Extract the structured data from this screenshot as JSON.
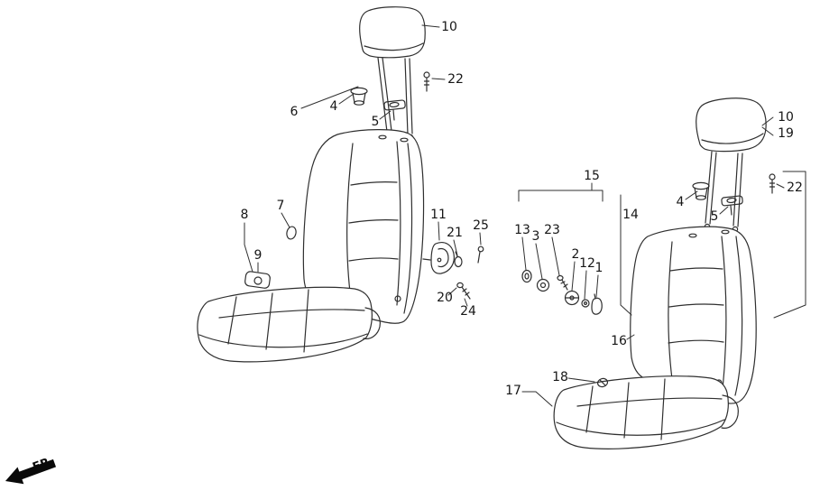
{
  "figure": {
    "direction_label": "FR."
  },
  "callouts": {
    "left_seat": [
      {
        "ref": "10"
      },
      {
        "ref": "22"
      },
      {
        "ref": "6"
      },
      {
        "ref": "4"
      },
      {
        "ref": "5"
      },
      {
        "ref": "7"
      },
      {
        "ref": "8"
      },
      {
        "ref": "9"
      },
      {
        "ref": "11"
      },
      {
        "ref": "21"
      },
      {
        "ref": "25"
      },
      {
        "ref": "20"
      },
      {
        "ref": "24"
      }
    ],
    "center_cluster": [
      {
        "ref": "15"
      },
      {
        "ref": "13"
      },
      {
        "ref": "3"
      },
      {
        "ref": "23"
      },
      {
        "ref": "2"
      },
      {
        "ref": "12"
      },
      {
        "ref": "1"
      },
      {
        "ref": "14"
      },
      {
        "ref": "16"
      }
    ],
    "right_seat": [
      {
        "ref": "10"
      },
      {
        "ref": "19"
      },
      {
        "ref": "22"
      },
      {
        "ref": "4"
      },
      {
        "ref": "5"
      },
      {
        "ref": "18"
      },
      {
        "ref": "17"
      }
    ]
  }
}
